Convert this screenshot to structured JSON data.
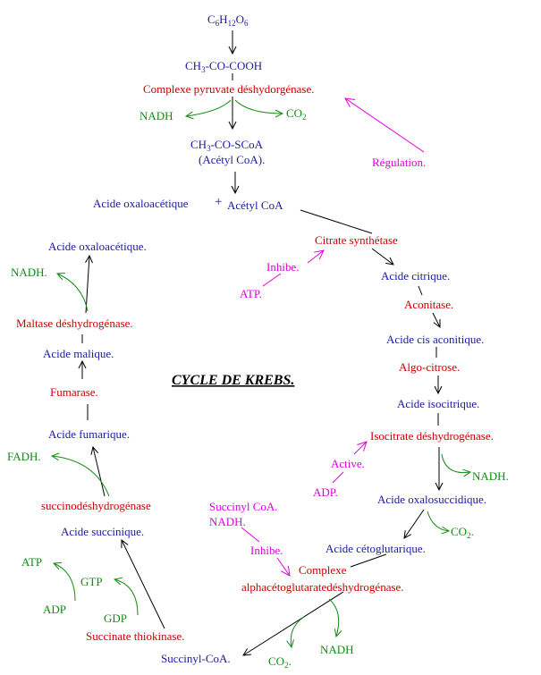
{
  "colors": {
    "metabolite": "#1a1aa6",
    "enzyme": "#cc0000",
    "cofactor": "#138a13",
    "regulation": "#e000e0",
    "arrow": "#000000",
    "title": "#000000"
  },
  "title": "CYCLE DE KREBS.",
  "glucose": {
    "c": "C",
    "c_sub": "6",
    "h": "H",
    "h_sub": "12",
    "o": "O",
    "o_sub": "6"
  },
  "pyruvate": {
    "p1": "CH",
    "p1_sub": "3",
    "p2": "-CO-COOH"
  },
  "acetyl_scoa": {
    "p1": "CH",
    "p1_sub": "3",
    "p2": "-CO-SCoA"
  },
  "labels": {
    "pdh_complex": "Complexe pyruvate déshydorgénase.",
    "nadh_top": "NADH",
    "co2_top_p1": "CO",
    "co2_top_sub": "2",
    "acetyl_coa_name": "(Acétyl CoA).",
    "regulation": "Régulation.",
    "oxalo_plus": "Acide oxaloacétique",
    "plus": "+",
    "acetyl_coa": "Acétyl CoA",
    "oxalo_left": "Acide oxaloacétique.",
    "citrate_synthase": "Citrate synthétase",
    "inhibe_1": "Inhibe.",
    "atp_reg": "ATP.",
    "acide_citrique": "Acide citrique.",
    "nadh_left": "NADH.",
    "aconitase": "Aconitase.",
    "maltase": "Maltase déshydrogénase.",
    "cis_aconitique": "Acide cis aconitique.",
    "acide_malique": "Acide malique.",
    "algo_citrose": "Algo-citrose.",
    "fumarase": "Fumarase.",
    "isocitrique": "Acide isocitrique.",
    "acide_fumarique": "Acide fumarique.",
    "isocitrate_dh": "Isocitrate déshydrogénase.",
    "fadh": "FADH.",
    "active": "Active.",
    "nadh_iso": "NADH.",
    "adp_reg": "ADP.",
    "oxalosuccidique": "Acide oxalosuccidique.",
    "succinodh": "succinodéshydrogénase",
    "succinyl_coa_reg": "Succinyl CoA.",
    "nadh_reg": "NADH.",
    "co2_right": "CO",
    "co2_right_sub": "2",
    "co2_right_dot": ".",
    "acide_succinique": "Acide succinique.",
    "cetoglutarique": "Acide cétoglutarique.",
    "inhibe_2": "Inhibe.",
    "atp_green": "ATP",
    "gtp": "GTP",
    "complexe": "Complexe",
    "alpha_kg_dh": "alphacétoglutaratedéshydrogénase.",
    "adp_green": "ADP",
    "gdp": "GDP",
    "succ_thiokinase": "Succinate thiokinase.",
    "nadh_bottom": "NADH",
    "succinyl_coa": "Succinyl-CoA.",
    "co2_bottom": "CO",
    "co2_bottom_sub": "2",
    "co2_bottom_dot": "."
  }
}
